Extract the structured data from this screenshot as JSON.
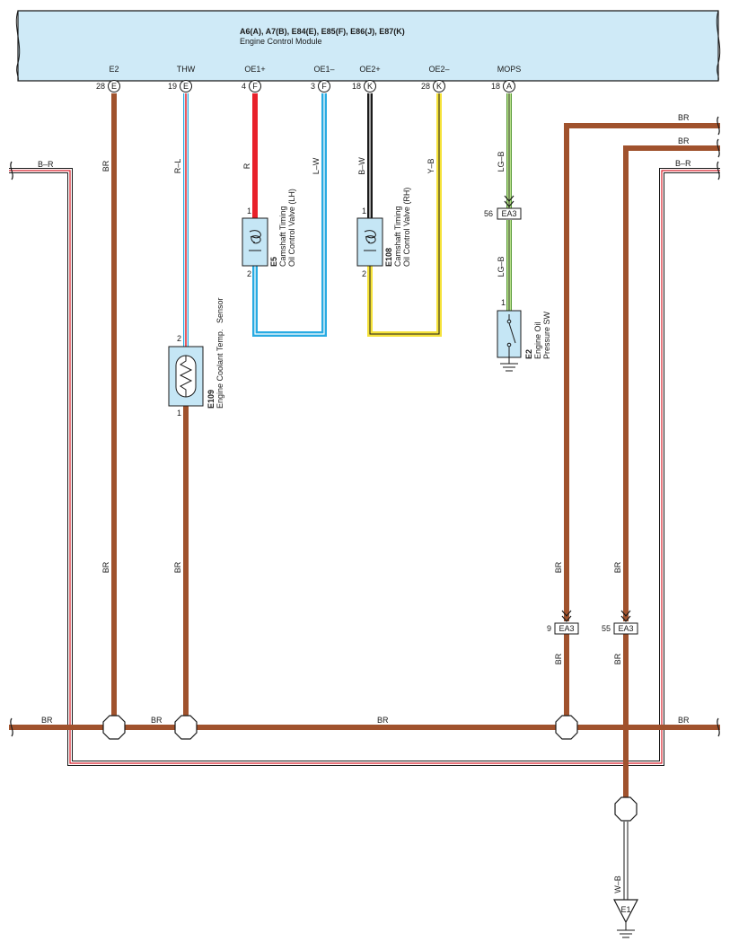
{
  "ecm": {
    "connectors": "A6(A), A7(B), E84(E), E85(F), E86(J), E87(K)",
    "name": "Engine Control Module",
    "terminals": [
      {
        "name": "E2",
        "pin": "28",
        "conn": "E"
      },
      {
        "name": "THW",
        "pin": "19",
        "conn": "E"
      },
      {
        "name": "OE1+",
        "pin": "4",
        "conn": "F"
      },
      {
        "name": "OE1–",
        "pin": "3",
        "conn": "F"
      },
      {
        "name": "OE2+",
        "pin": "18",
        "conn": "K"
      },
      {
        "name": "OE2–",
        "pin": "28",
        "conn": "K"
      },
      {
        "name": "MOPS",
        "pin": "18",
        "conn": "A"
      }
    ]
  },
  "wire_colors": {
    "e2": "BR",
    "thw": "R–L",
    "oe1p": "R",
    "oe1m": "L–W",
    "oe2p": "B–W",
    "oe2m": "Y–B",
    "mops_upper": "LG–B",
    "mops_lower": "LG–B",
    "left_br": "B–R",
    "right_br1": "BR",
    "right_br2": "BR",
    "right_br3": "B–R",
    "left_lower": "BR",
    "thw_lower": "BR",
    "right1_mid": "BR",
    "right2_mid": "BR",
    "right1_low": "BR",
    "right2_low": "BR",
    "bus_a": "BR",
    "bus_b": "BR",
    "bus_c": "BR",
    "bus_d": "BR",
    "ground": "W–B"
  },
  "components": {
    "e5": {
      "id": "E5",
      "line1": "Camshaft Timing",
      "line2": "Oil Control Valve (LH)",
      "pin_top": "1",
      "pin_bottom": "2"
    },
    "e108": {
      "id": "E108",
      "line1": "Camshaft Timing",
      "line2": "Oil Control Valve (RH)",
      "pin_top": "1",
      "pin_bottom": "2"
    },
    "e2": {
      "id": "E2",
      "line1": "Engine Oil",
      "line2": "Pressure SW",
      "pin_top": "1"
    },
    "e109": {
      "id": "E109",
      "line1": "Engine Coolant Temp.",
      "line2": "Sensor",
      "pin_top": "2",
      "pin_bottom": "1"
    }
  },
  "junctions": {
    "ea3_top": {
      "pin": "56",
      "label": "EA3"
    },
    "ea3_left": {
      "pin": "9",
      "label": "EA3"
    },
    "ea3_right": {
      "pin": "55",
      "label": "EA3"
    }
  },
  "ground": {
    "label": "E1"
  },
  "colors": {
    "br": "#a0522d",
    "red": "#e8202a",
    "blue": "#29abe2",
    "yellow": "#f5e23a",
    "green": "#8cc63f",
    "black": "#1a1a1a",
    "module": "#cfeaf7",
    "component": "#c5e6f5"
  }
}
